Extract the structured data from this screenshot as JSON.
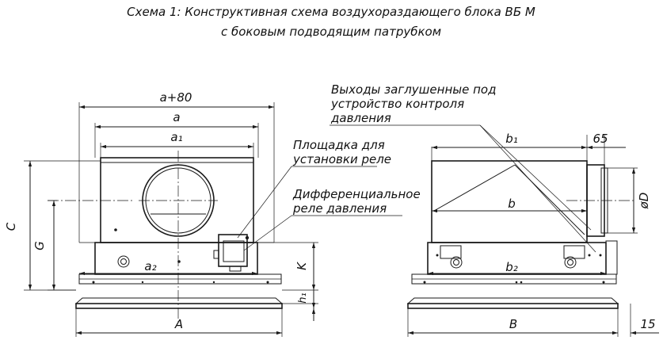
{
  "title": {
    "line1": "Схема 1:  Конструктивная схема воздухораздающего блока ВБ М",
    "line2": "с боковым подводящим патрубком"
  },
  "notes": {
    "outlets": [
      "Выходы заглушенные под",
      "устройство контроля",
      "давления"
    ],
    "platform": [
      "Площадка для",
      "установки реле"
    ],
    "relay": [
      "Дифференциальное",
      "реле давления"
    ]
  },
  "dimensions": {
    "a80": "a+80",
    "a": "a",
    "a1": "a₁",
    "a2": "a₂",
    "A": "A",
    "C": "C",
    "G": "G",
    "K": "K",
    "h1": "h₁",
    "b1": "b₁",
    "b": "b",
    "b2": "b₂",
    "B": "B",
    "d65": "65",
    "d15": "15",
    "D": "øD"
  }
}
